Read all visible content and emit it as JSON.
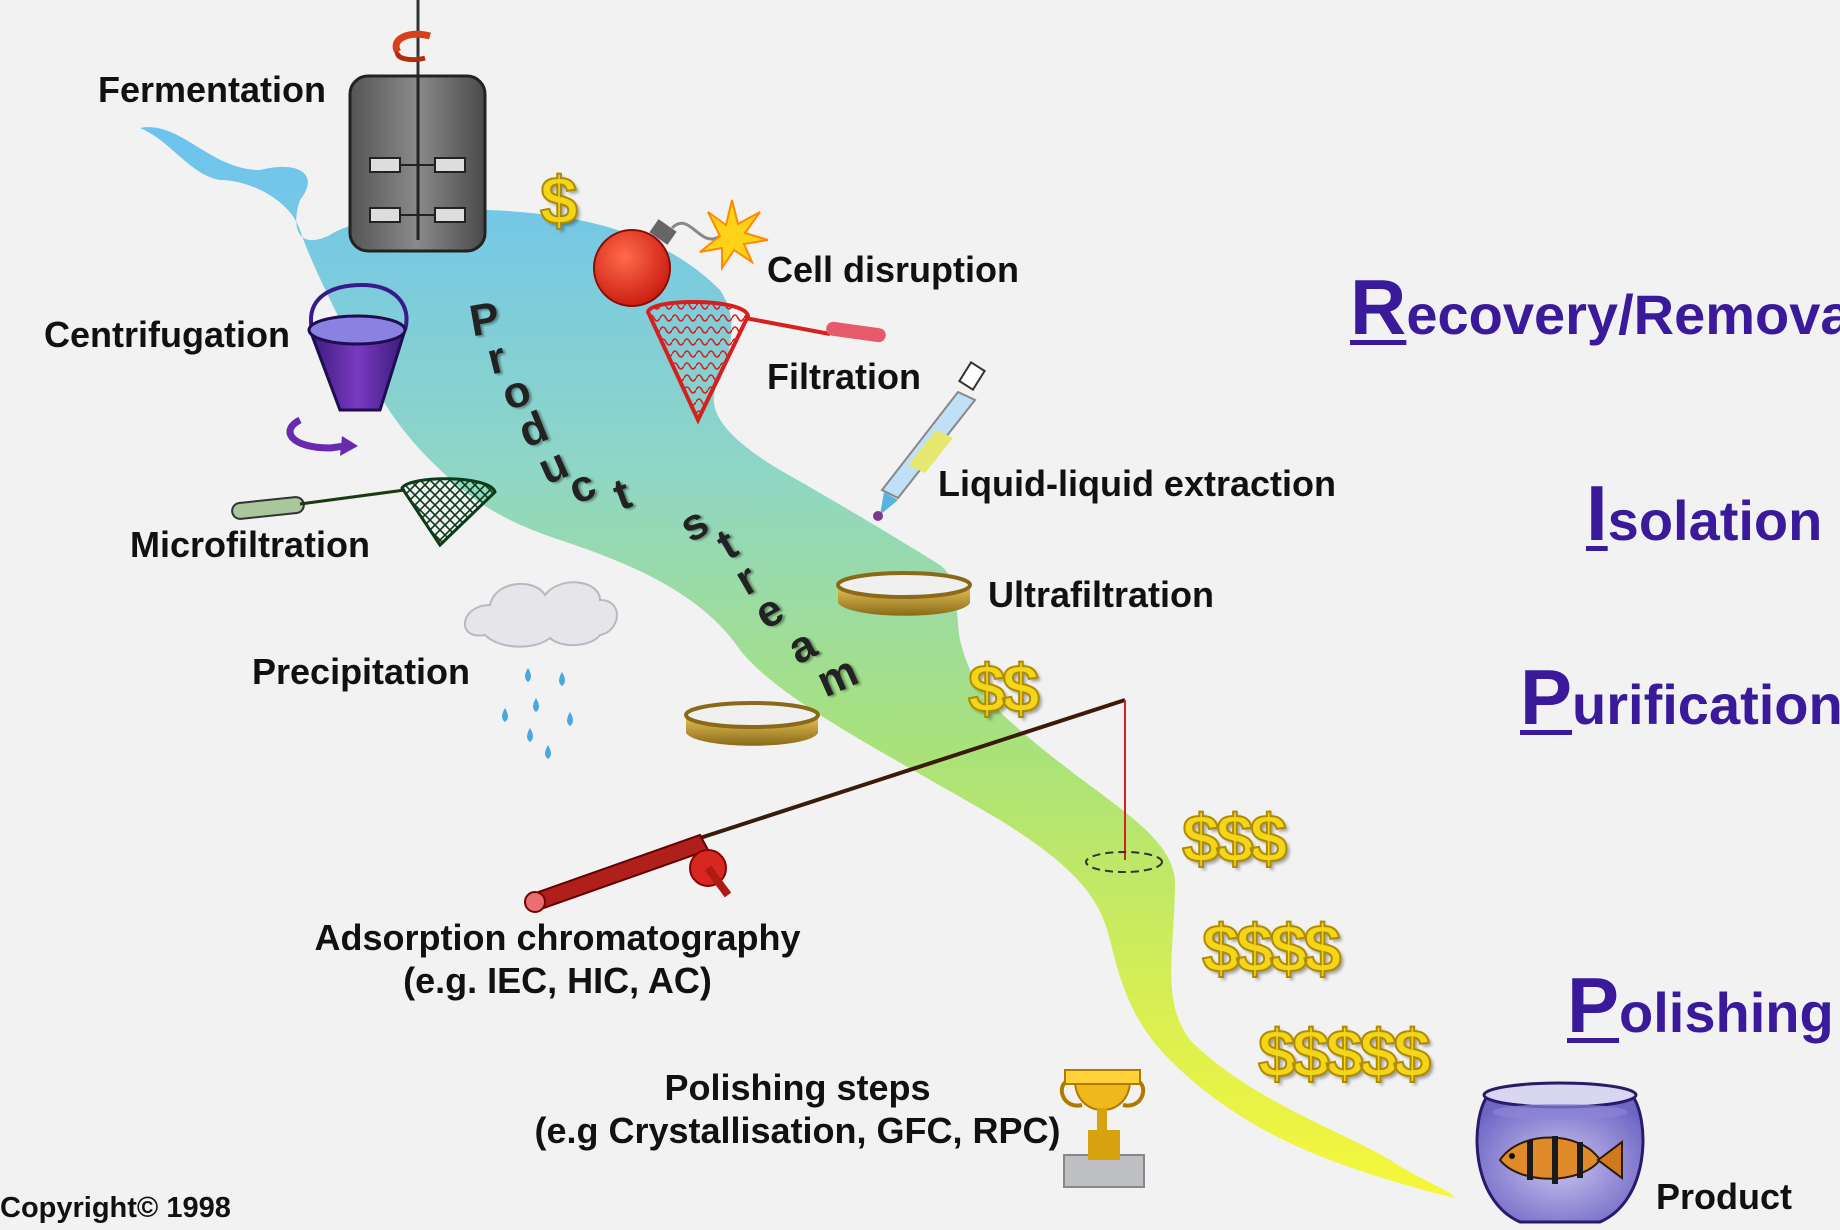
{
  "process_labels": {
    "fermentation": "Fermentation",
    "centrifugation": "Centrifugation",
    "microfiltration": "Microfiltration",
    "precipitation": "Precipitation",
    "cell_disruption": "Cell disruption",
    "filtration": "Filtration",
    "liquid_liquid_extraction": "Liquid-liquid extraction",
    "ultrafiltration": "Ultrafiltration",
    "adsorption_line1": "Adsorption chromatography",
    "adsorption_line2": "(e.g. IEC, HIC, AC)",
    "polishing_line1": "Polishing steps",
    "polishing_line2": "(e.g Crystallisation, GFC, RPC)",
    "product": "Product"
  },
  "stages": [
    {
      "initial": "R",
      "rest": "ecovery/Removal"
    },
    {
      "initial": "I",
      "rest": "solation"
    },
    {
      "initial": "P",
      "rest": "urification"
    },
    {
      "initial": "P",
      "rest": "olishing"
    }
  ],
  "stream_letters": [
    "P",
    "r",
    "o",
    "d",
    "u",
    "c",
    "t",
    "s",
    "t",
    "r",
    "e",
    "a",
    "m"
  ],
  "cost_markers": [
    "$",
    "$$",
    "$$$",
    "$$$$",
    "$$$$$"
  ],
  "copyright": "Copyright© 1998",
  "colors": {
    "stage_text": "#3a1a9a",
    "dollar_fill": "#f3d51a",
    "stream_top": "#74c6ee",
    "stream_mid": "#a6e37a",
    "stream_bottom": "#f4f43a"
  }
}
